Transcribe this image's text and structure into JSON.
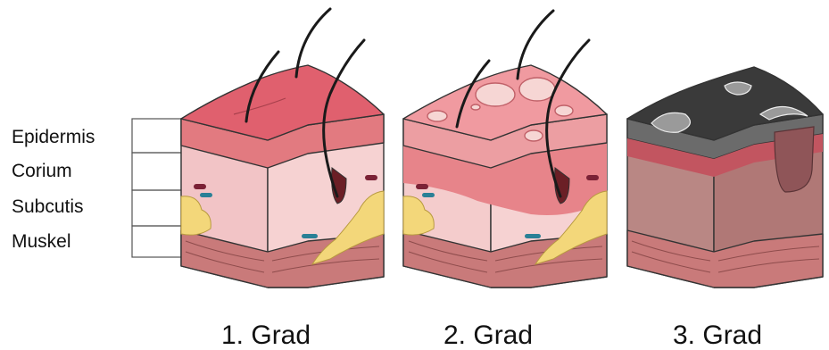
{
  "diagram": {
    "layers": [
      {
        "label": "Epidermis"
      },
      {
        "label": "Corium"
      },
      {
        "label": "Subcutis"
      },
      {
        "label": "Muskel"
      }
    ],
    "grades": [
      {
        "caption": "1. Grad"
      },
      {
        "caption": "2. Grad"
      },
      {
        "caption": "3. Grad"
      }
    ]
  },
  "colors": {
    "epidermis_top_grade1": "#e0606e",
    "epidermis_top_grade2": "#f09aa0",
    "char_top_grade3": "#3a3a3a",
    "corium": "#f2c0c4",
    "corium_grade3": "#b07876",
    "subcutis_fat": "#f3d77a",
    "muscle": "#c97a7a",
    "hair": "#1a1a1a",
    "blister": "#f6d6d4"
  }
}
